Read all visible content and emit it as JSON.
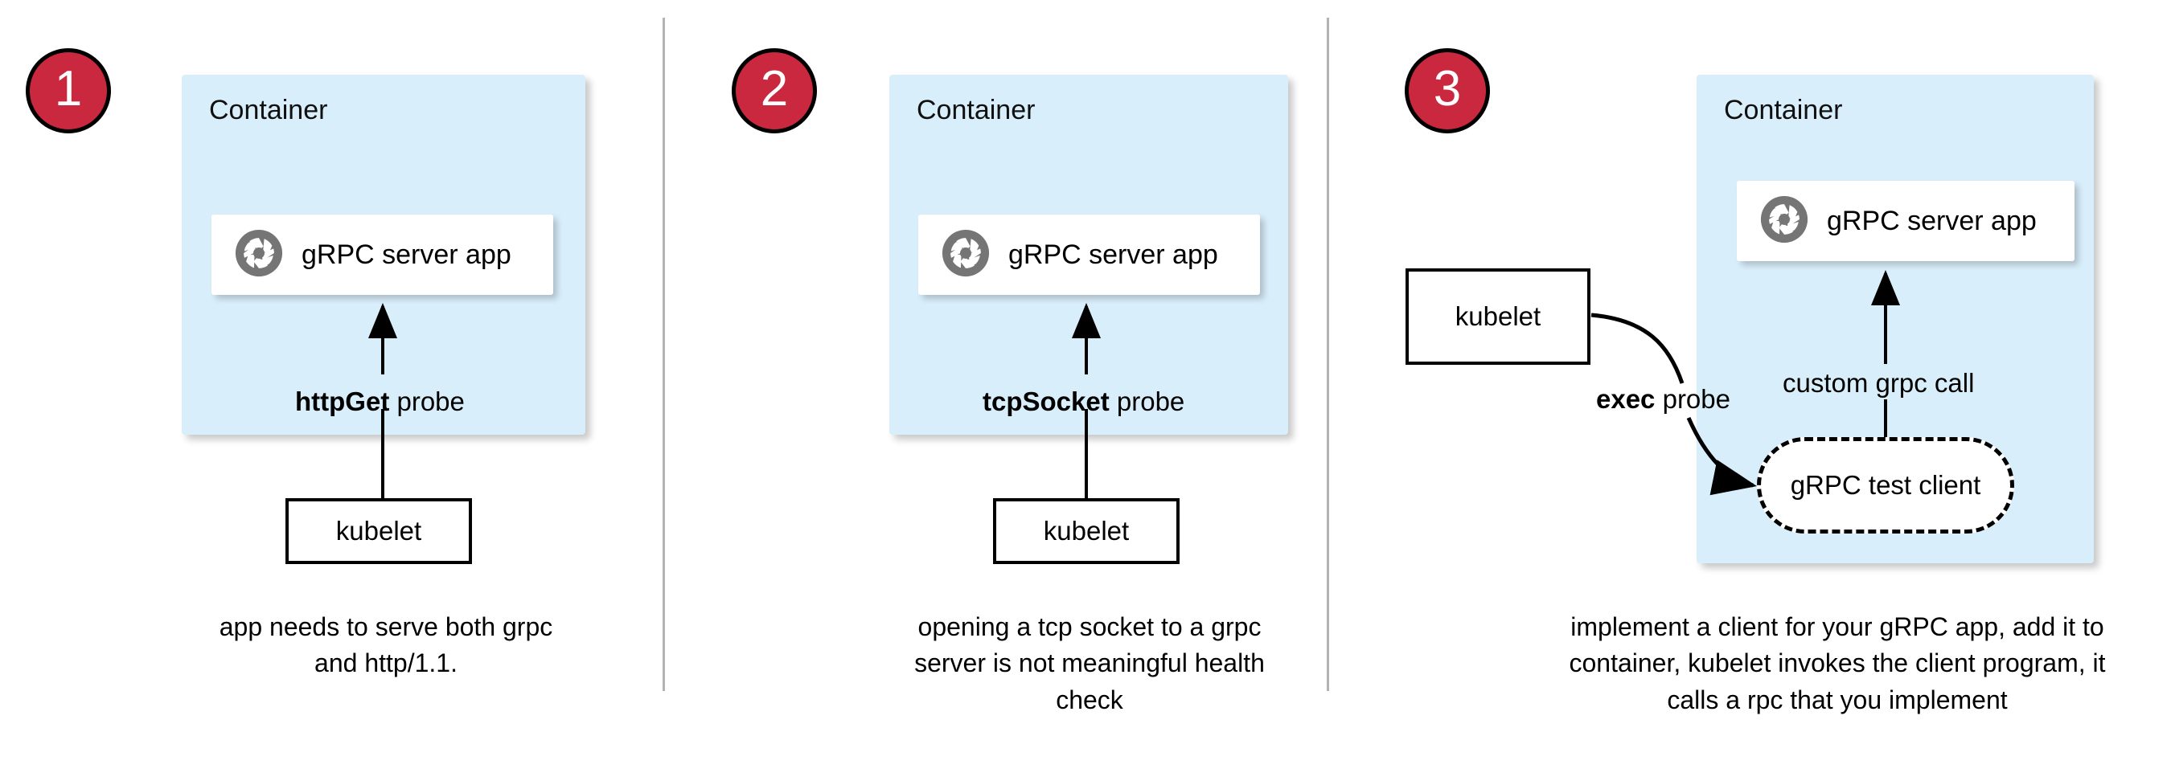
{
  "meta": {
    "title": "gRPC health probe approaches",
    "colors": {
      "badge_fill": "#c9283e",
      "badge_stroke": "#000000",
      "container_fill": "#d9eefb",
      "app_card_fill": "#ffffff",
      "icon_grey": "#757575",
      "divider": "#b3b3b3",
      "stroke": "#000000"
    }
  },
  "panels": [
    {
      "badge": "1",
      "container_label": "Container",
      "app_label": "gRPC server app",
      "app_icon": "grpc-aperture-icon",
      "probe_label_strong": "httpGet",
      "probe_label_rest": " probe",
      "kubelet_label": "kubelet",
      "caption": "app needs to serve both grpc and http/1.1."
    },
    {
      "badge": "2",
      "container_label": "Container",
      "app_label": "gRPC server app",
      "app_icon": "grpc-aperture-icon",
      "probe_label_strong": "tcpSocket",
      "probe_label_rest": " probe",
      "kubelet_label": "kubelet",
      "caption": "opening a tcp socket to a grpc server is not meaningful health check"
    },
    {
      "badge": "3",
      "container_label": "Container",
      "app_label": "gRPC server app",
      "app_icon": "grpc-aperture-icon",
      "probe_label_strong": "exec",
      "probe_label_rest": " probe",
      "kubelet_label": "kubelet",
      "test_client_label": "gRPC test client",
      "custom_call_label": "custom grpc call",
      "caption": "implement a client for your gRPC app, add it to container, kubelet invokes the client program, it calls a rpc that you implement"
    }
  ]
}
